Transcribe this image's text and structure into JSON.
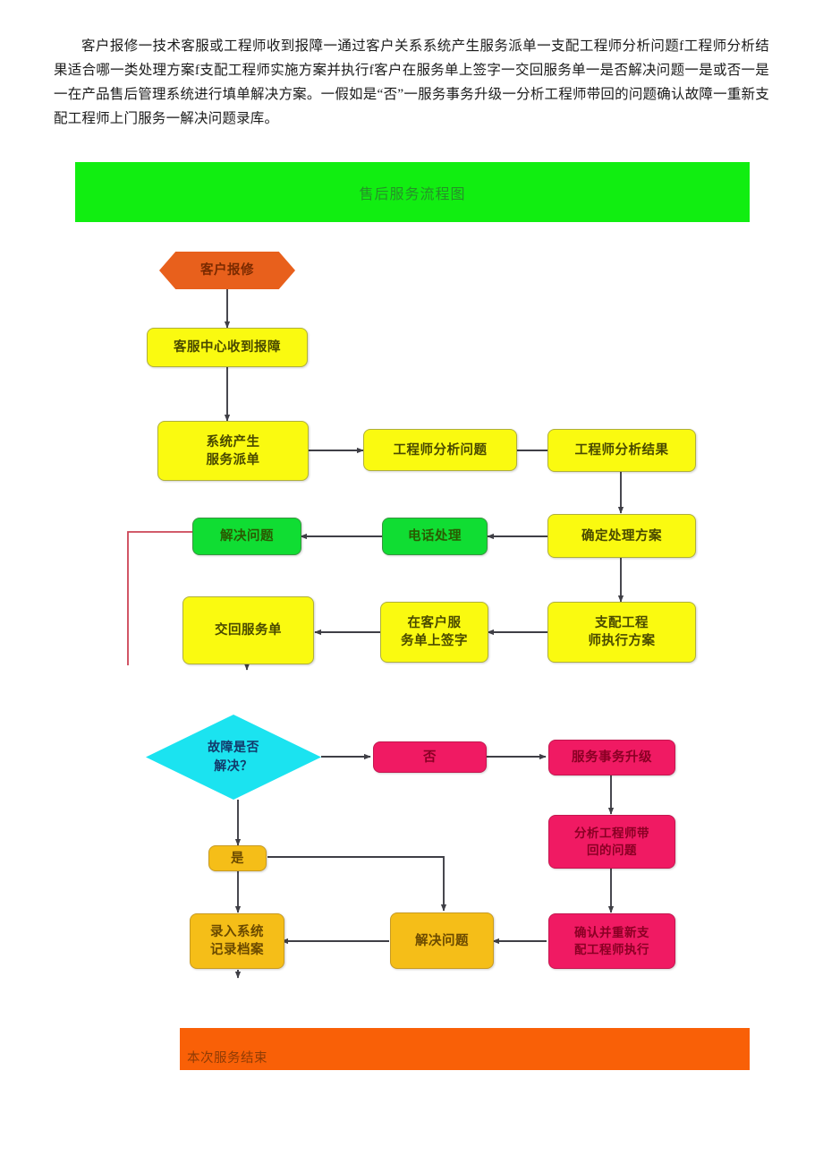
{
  "document": {
    "intro_paragraph": "客户报修一技术客服或工程师收到报障一通过客户关系系统产生服务派单一支配工程师分析问题f工程师分析结果适合哪一类处理方案f支配工程师实施方案并执行f客户在服务单上签字一交回服务单一是否解决问题一是或否一是一在产品售后管理系统进行填单解决方案。一假如是“否”一服务事务升级一分析工程师带回的问题确认故障一重新支配工程师上门服务一解决问题录库。",
    "title_banner": "售后服务流程图",
    "footer_bar": "本次服务结束"
  },
  "colors": {
    "banner_green": "#11EE11",
    "node_yellow": "#FAFA10",
    "node_green": "#10DD33",
    "node_gold": "#F5BE18",
    "node_pink": "#F01A63",
    "node_cyan": "#1BE3F0",
    "node_orange_hex": "#E8601C",
    "footer_orange": "#F96007",
    "connector_gray": "#3f3f46",
    "connector_red": "#CC4455"
  },
  "flowchart": {
    "nodes": [
      {
        "id": "start",
        "label": "客户报修",
        "shape": "hexagon",
        "color": "orange"
      },
      {
        "id": "center_receive",
        "label": "客服中心收到报障",
        "shape": "rounded-rect",
        "color": "yellow"
      },
      {
        "id": "dispatch",
        "label": "系统产生\n服务派单",
        "shape": "rounded-rect",
        "color": "yellow"
      },
      {
        "id": "analyze_issue",
        "label": "工程师分析问题",
        "shape": "rounded-rect",
        "color": "yellow"
      },
      {
        "id": "analyze_result",
        "label": "工程师分析结果",
        "shape": "rounded-rect",
        "color": "yellow"
      },
      {
        "id": "confirm_plan",
        "label": "确定处理方案",
        "shape": "rounded-rect",
        "color": "yellow"
      },
      {
        "id": "phone_handle",
        "label": "电话处理",
        "shape": "rounded-rect",
        "color": "green"
      },
      {
        "id": "solve_top",
        "label": "解决问题",
        "shape": "rounded-rect",
        "color": "green"
      },
      {
        "id": "assign_engineer",
        "label": "支配工程\n师执行方案",
        "shape": "rounded-rect",
        "color": "yellow"
      },
      {
        "id": "sign_order",
        "label": "在客户服\n务单上签字",
        "shape": "rounded-rect",
        "color": "yellow"
      },
      {
        "id": "return_order",
        "label": "交回服务单",
        "shape": "rounded-rect",
        "color": "yellow"
      },
      {
        "id": "decision",
        "label": "故障是否\n解决？",
        "shape": "diamond",
        "color": "cyan"
      },
      {
        "id": "no_branch",
        "label": "否",
        "shape": "rounded-rect",
        "color": "pink"
      },
      {
        "id": "escalate",
        "label": "服务事务升级",
        "shape": "rounded-rect",
        "color": "pink"
      },
      {
        "id": "analyze_back",
        "label": "分析工程师带\n回的问题",
        "shape": "rounded-rect",
        "color": "pink"
      },
      {
        "id": "reassign",
        "label": "确认并重新支\n配工程师执行",
        "shape": "rounded-rect",
        "color": "pink"
      },
      {
        "id": "yes_branch",
        "label": "是",
        "shape": "rounded-rect",
        "color": "gold"
      },
      {
        "id": "solve_bottom",
        "label": "解决问题",
        "shape": "rounded-rect",
        "color": "gold"
      },
      {
        "id": "archive",
        "label": "录入系统\n记录档案",
        "shape": "rounded-rect",
        "color": "gold"
      }
    ],
    "edges": [
      {
        "from": "start",
        "to": "center_receive",
        "style": "gray"
      },
      {
        "from": "center_receive",
        "to": "dispatch",
        "style": "gray"
      },
      {
        "from": "dispatch",
        "to": "analyze_issue",
        "style": "gray"
      },
      {
        "from": "analyze_issue",
        "to": "analyze_result",
        "style": "gray"
      },
      {
        "from": "analyze_result",
        "to": "confirm_plan",
        "style": "gray"
      },
      {
        "from": "confirm_plan",
        "to": "phone_handle",
        "style": "gray"
      },
      {
        "from": "phone_handle",
        "to": "solve_top",
        "style": "gray"
      },
      {
        "from": "solve_top",
        "to": "loop-back",
        "style": "red"
      },
      {
        "from": "confirm_plan",
        "to": "assign_engineer",
        "style": "gray"
      },
      {
        "from": "assign_engineer",
        "to": "sign_order",
        "style": "gray"
      },
      {
        "from": "sign_order",
        "to": "return_order",
        "style": "gray"
      },
      {
        "from": "decision",
        "to": "no_branch",
        "style": "gray"
      },
      {
        "from": "no_branch",
        "to": "escalate",
        "style": "gray"
      },
      {
        "from": "escalate",
        "to": "analyze_back",
        "style": "gray"
      },
      {
        "from": "analyze_back",
        "to": "reassign",
        "style": "gray"
      },
      {
        "from": "reassign",
        "to": "solve_bottom",
        "style": "gray"
      },
      {
        "from": "decision",
        "to": "yes_branch",
        "style": "gray"
      },
      {
        "from": "yes_branch",
        "to": "solve_bottom",
        "style": "gray"
      },
      {
        "from": "yes_branch",
        "to": "archive",
        "style": "gray"
      },
      {
        "from": "solve_bottom",
        "to": "archive",
        "style": "gray"
      }
    ]
  }
}
